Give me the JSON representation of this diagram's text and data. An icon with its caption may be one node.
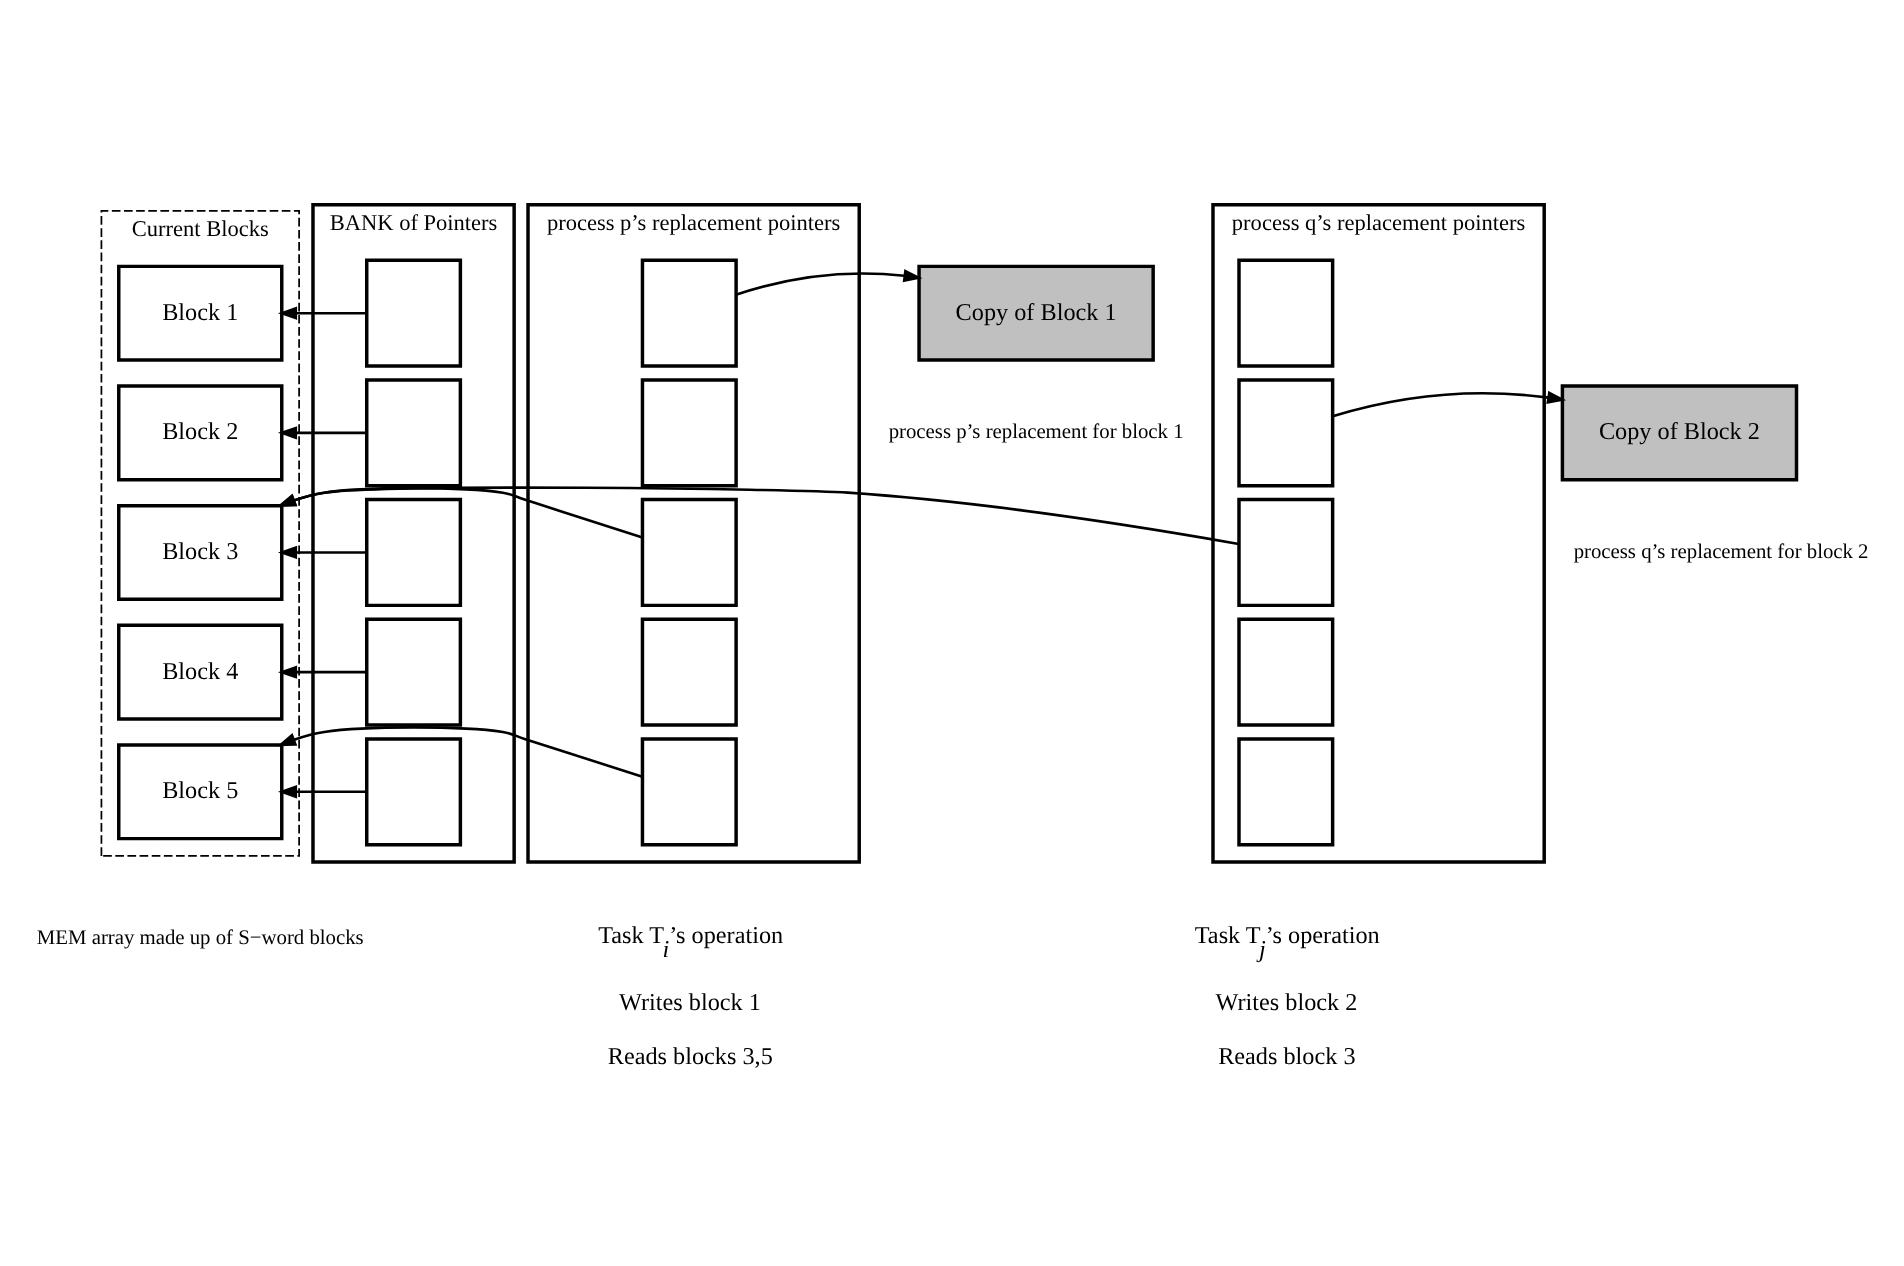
{
  "diagram": {
    "nodes": [
      {
        "text": [
          "Current Blocks"
        ],
        "beside": [
          "MEM array made up of S−word blocks"
        ]
      },
      {
        "text": [
          "Block 1"
        ],
        "in": 0
      },
      {
        "text": [
          "Block 2"
        ],
        "in": 0
      },
      {
        "text": [
          "Block 3"
        ],
        "in": 0
      },
      {
        "text": [
          "Block 4"
        ],
        "in": 0
      },
      {
        "text": [
          "Block 5"
        ],
        "in": 0
      },
      {
        "text": [
          "BANK of Pointers"
        ]
      },
      {
        "text": [],
        "shape": "box",
        "in": 6
      },
      {
        "text": [],
        "shape": "box",
        "in": 6
      },
      {
        "text": [],
        "shape": "box",
        "in": 6
      },
      {
        "text": [],
        "shape": "box",
        "in": 6
      },
      {
        "text": [],
        "shape": "box",
        "in": 6
      },
      {
        "text": [
          "process p’s replacement pointers"
        ]
      },
      {
        "text": [],
        "shape": "box",
        "in": 12
      },
      {
        "text": [],
        "shape": "box",
        "in": 12
      },
      {
        "text": [],
        "shape": "box",
        "in": 12
      },
      {
        "text": [],
        "shape": "box",
        "in": 12
      },
      {
        "text": [],
        "shape": "box",
        "in": 12
      },
      {
        "text": [
          "Copy of Block 1"
        ],
        "beside": [
          "process p’s replacement for block 1"
        ]
      },
      {
        "text": [
          "process q’s replacement pointers"
        ]
      },
      {
        "text": [],
        "shape": "box",
        "in": 19
      },
      {
        "text": [],
        "shape": "box",
        "in": 19
      },
      {
        "text": [],
        "shape": "box",
        "in": 19
      },
      {
        "text": [],
        "shape": "box",
        "in": 19
      },
      {
        "text": [],
        "shape": "box",
        "in": 19
      },
      {
        "text": [
          "Copy of Block 2"
        ],
        "beside": [
          "process q’s replacement for block 2"
        ]
      }
    ],
    "edges": [
      {
        "from": 7,
        "to": 1,
        "arrow": "to"
      },
      {
        "from": 8,
        "to": 2,
        "arrow": "to"
      },
      {
        "from": 9,
        "to": 3,
        "arrow": "to"
      },
      {
        "from": 10,
        "to": 4,
        "arrow": "to"
      },
      {
        "from": 11,
        "to": 5,
        "arrow": "to"
      },
      {
        "from": 13,
        "to": 18,
        "arrow": "to"
      },
      {
        "from": 15,
        "to": 3,
        "arrow": "to"
      },
      {
        "from": 17,
        "to": 5,
        "arrow": "to"
      },
      {
        "from": 21,
        "to": 25,
        "arrow": "to"
      },
      {
        "from": 22,
        "to": 3,
        "arrow": "to"
      }
    ],
    "labels": [
      "Task T$_{i}$’s operation",
      "Writes block 1",
      "Reads blocks 3,5",
      "Task T$_{j}$’s operation",
      "Writes block 2",
      "Reads block 3"
    ]
  }
}
